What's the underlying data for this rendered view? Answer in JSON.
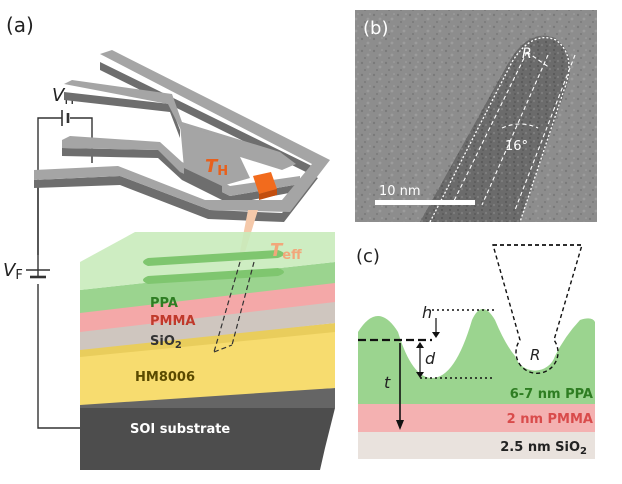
{
  "panels": {
    "a": {
      "label": "(a)"
    },
    "b": {
      "label": "(b)",
      "radius_label": "R",
      "dimension_label": "16°",
      "scale_bar_label": "10 nm"
    },
    "c": {
      "label": "(c)",
      "h_label": "h",
      "d_label": "d",
      "t_label": "t",
      "R_label": "R"
    }
  },
  "labels": {
    "vh_var": "V",
    "vh_sub": "H",
    "vf_var": "V",
    "vf_sub": "F",
    "th_var": "T",
    "th_sub": "H",
    "teff_var": "T",
    "teff_sub": "eff"
  },
  "layers_a": [
    {
      "key": "ppa",
      "label": "PPA",
      "color": "#9bd48f",
      "text_color": "#2e7d22"
    },
    {
      "key": "pmma",
      "label": "PMMA",
      "color": "#f4a8a8",
      "text_color": "#c0392b"
    },
    {
      "key": "sio2",
      "label_main": "SiO",
      "label_sub": "2",
      "color": "#cfc6bf",
      "text_color": "#333333"
    },
    {
      "key": "hm",
      "label": "HM8006",
      "color": "#f7dc6f",
      "text_color": "#5a4a00"
    },
    {
      "key": "soi",
      "label": "SOI substrate",
      "color": "#555555",
      "text_color": "#ffffff"
    }
  ],
  "layers_c": [
    {
      "key": "ppa",
      "label": "6-7 nm PPA",
      "color": "#9bd48f",
      "text_color": "#2e7d22"
    },
    {
      "key": "pmma",
      "label": "2 nm PMMA",
      "color": "#f4b1b1",
      "text_color": "#d94b4b"
    },
    {
      "key": "sio2",
      "label_main": "2.5 nm SiO",
      "label_sub": "2",
      "color": "#e9e2dd",
      "text_color": "#222222"
    }
  ],
  "colors": {
    "cantilever_top": "#a5a5a5",
    "cantilever_side": "#6e6e6e",
    "heater": "#f26b1d",
    "th_text": "#e8601c",
    "teff_text": "#f2a77a",
    "tem_background": "#8a8a8a"
  }
}
